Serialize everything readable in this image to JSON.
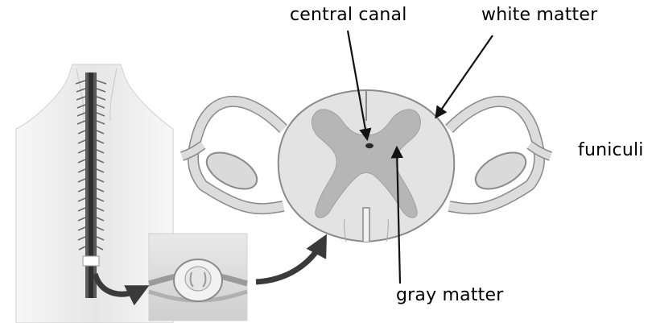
{
  "labels": {
    "central_canal": "central canal",
    "white_matter": "white matter",
    "funiculi": "funiculi",
    "gray_matter": "gray matter"
  },
  "colors": {
    "white_matter_fill": "#e3e3e3",
    "gray_matter_fill": "#b6b6b6",
    "nerve_fill": "#dcdcdc",
    "outline": "#8a8a8a",
    "arrow": "#111111",
    "curved_arrow": "#3a3a3a"
  }
}
